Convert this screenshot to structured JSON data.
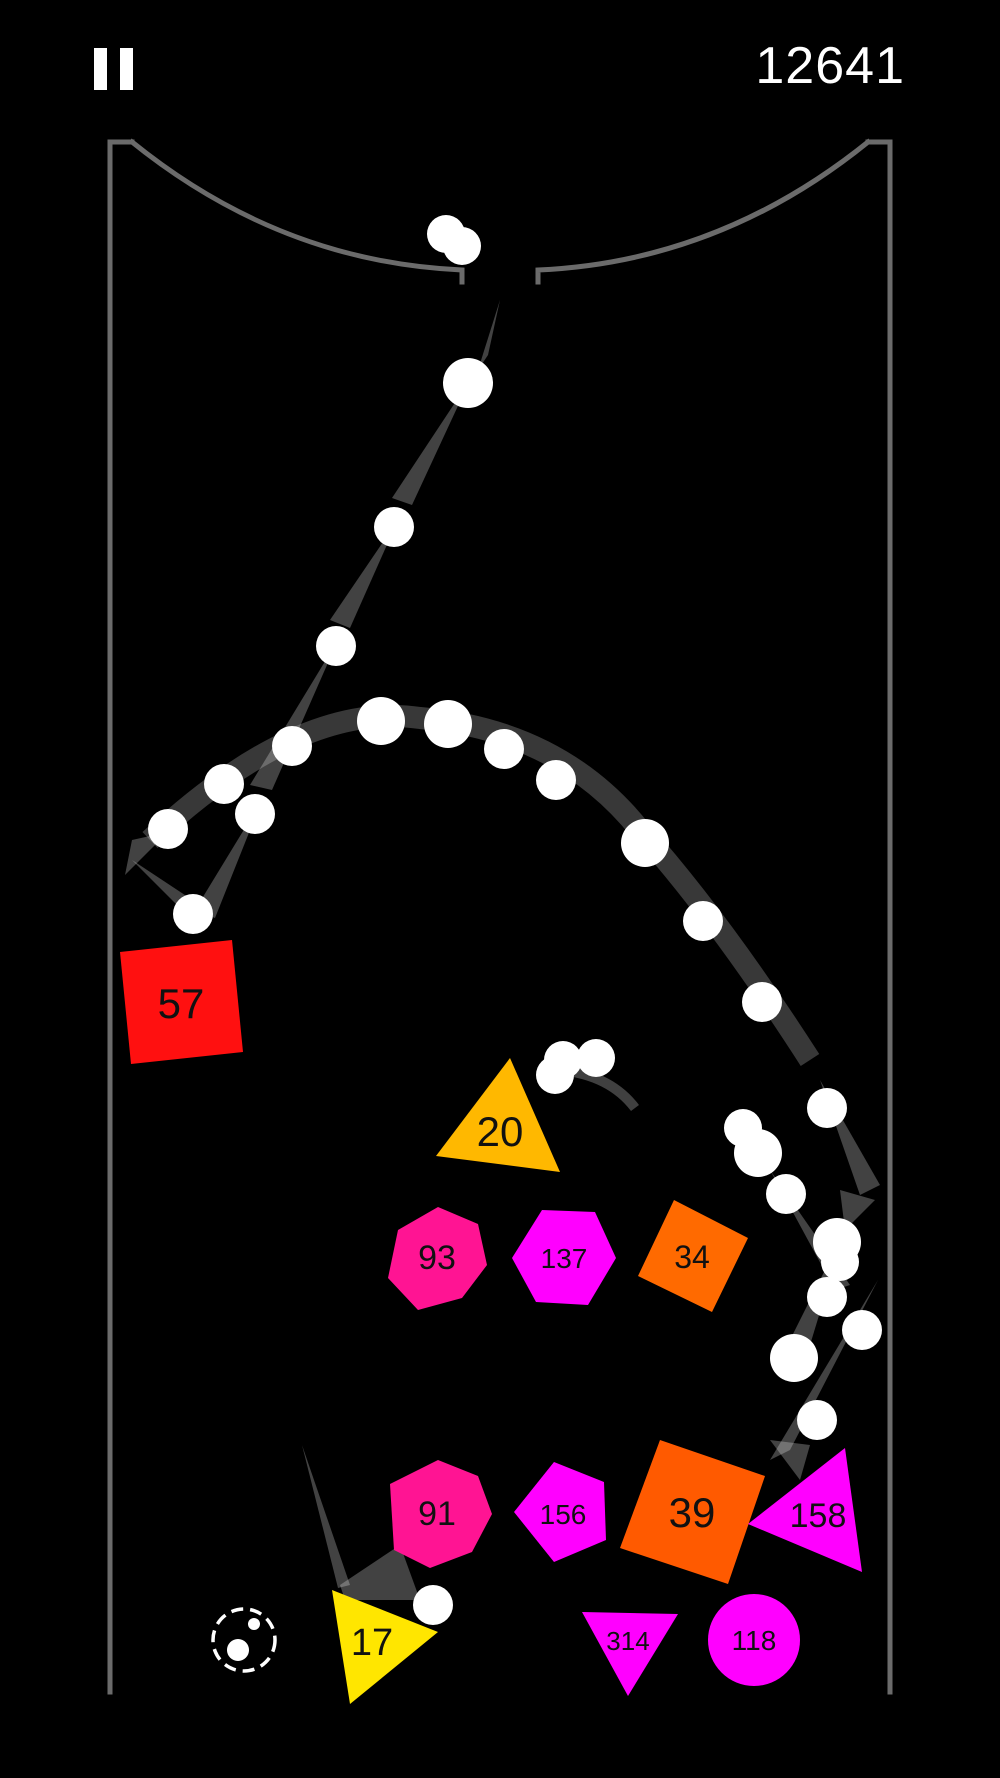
{
  "hud": {
    "score": "12641",
    "pause_icon": "pause-icon",
    "multiball_icon": "multi-ball-icon"
  },
  "colors": {
    "background": "#000000",
    "wall": "#6b6b6b",
    "ball": "#ffffff",
    "red": "#ff1010",
    "amber": "#ffb800",
    "yellow": "#ffe600",
    "orange": "#ff5a00",
    "orange_light": "#ff6a00",
    "magenta": "#ff00ff",
    "pink": "#ff1493"
  },
  "blocks": [
    {
      "id": "block-57",
      "label": "57",
      "shape": "square",
      "color": "#ff1010"
    },
    {
      "id": "block-20",
      "label": "20",
      "shape": "triangle",
      "color": "#ffb800"
    },
    {
      "id": "block-93",
      "label": "93",
      "shape": "heptagon",
      "color": "#ff1493"
    },
    {
      "id": "block-137",
      "label": "137",
      "shape": "hexagon",
      "color": "#ff00ff"
    },
    {
      "id": "block-34",
      "label": "34",
      "shape": "square",
      "color": "#ff6a00"
    },
    {
      "id": "block-91",
      "label": "91",
      "shape": "heptagon",
      "color": "#ff1493"
    },
    {
      "id": "block-156",
      "label": "156",
      "shape": "pentagon",
      "color": "#ff00ff"
    },
    {
      "id": "block-39",
      "label": "39",
      "shape": "square",
      "color": "#ff5a00"
    },
    {
      "id": "block-158",
      "label": "158",
      "shape": "triangle",
      "color": "#ff00ff"
    },
    {
      "id": "block-17",
      "label": "17",
      "shape": "triangle",
      "color": "#ffe600"
    },
    {
      "id": "block-314",
      "label": "314",
      "shape": "triangle",
      "color": "#ff00ff"
    },
    {
      "id": "block-118",
      "label": "118",
      "shape": "circle",
      "color": "#ff00ff"
    }
  ]
}
